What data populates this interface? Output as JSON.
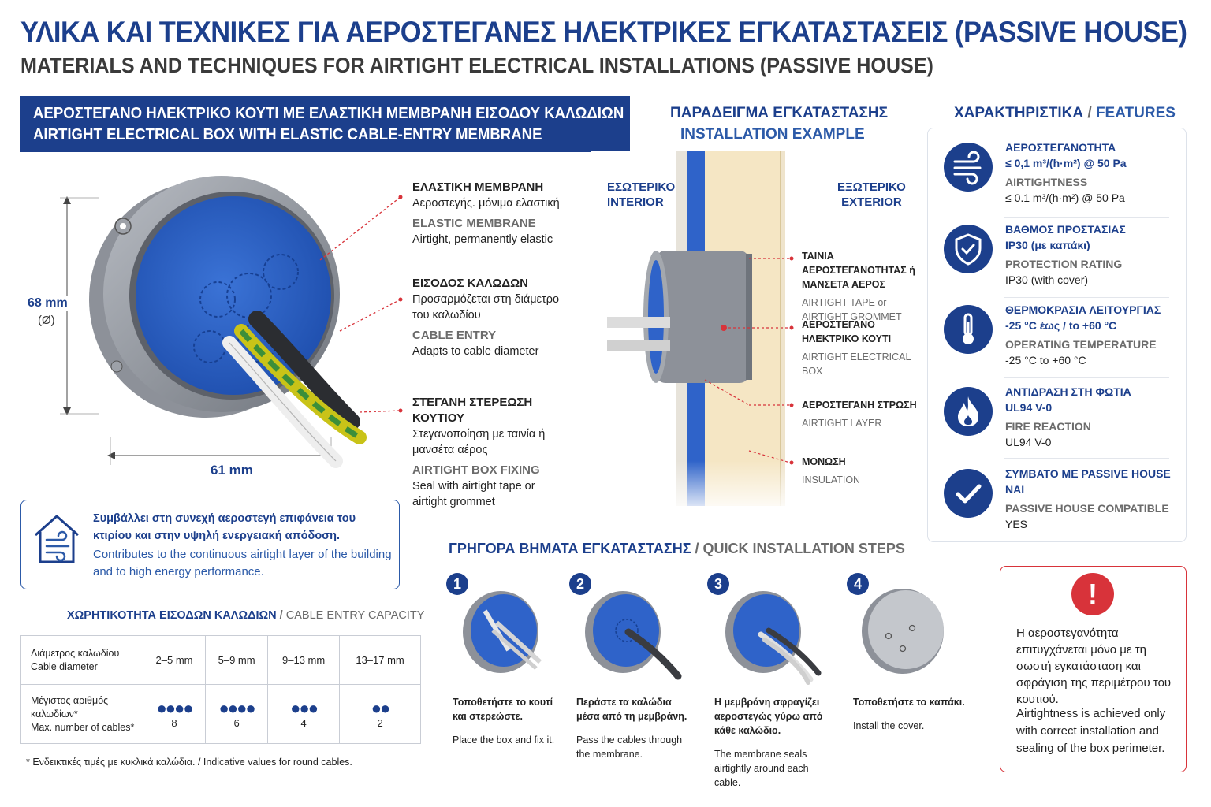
{
  "header": {
    "title": "ΥΛΙΚΑ ΚΑΙ ΤΕΧΝΙΚΕΣ ΓΙΑ ΑΕΡΟΣΤΕΓΑΝΕΣ ΗΛΕΚΤΡΙΚΕΣ ΕΓΚΑΤΑΣΤΑΣΕΙΣ (PASSIVE HOUSE)",
    "subtitle": "MATERIALS AND TECHNIQUES FOR AIRTIGHT ELECTRICAL INSTALLATIONS (PASSIVE HOUSE)"
  },
  "product": {
    "banner_gr": "ΑΕΡΟΣΤΕΓΑΝΟ ΗΛΕΚΤΡΙΚΟ ΚΟΥΤΙ ΜΕ ΕΛΑΣΤΙΚΗ ΜΕΜΒΡΑΝΗ ΕΙΣΟΔΟΥ ΚΑΛΩΔΙΩΝ",
    "banner_en": "AIRTIGHT ELECTRICAL BOX WITH ELASTIC CABLE-ENTRY MEMBRANE",
    "dim_height": "68 mm",
    "dim_height_sub": "(Ø)",
    "dim_width": "61 mm",
    "callouts": [
      {
        "title_gr": "ΕΛΑΣΤΙΚΗ ΜΕΜΒΡΑΝΗ",
        "text_gr": "Αεροστεγής. μόνιμα ελαστική",
        "title_en": "ELASTIC MEMBRANE",
        "text_en": "Airtight, permanently elastic"
      },
      {
        "title_gr": "ΕΙΣΟΔΟΣ ΚΑΛΩΔΩΝ",
        "text_gr": "Προσαρμόζεται στη διάμετρο του καλωδίου",
        "title_en": "CABLE ENTRY",
        "text_en": "Adapts to cable diameter"
      },
      {
        "title_gr": "ΣΤΕΓΑΝΗ ΣΤΕΡΕΩΣΗ ΚΟΥΤΙΟΥ",
        "text_gr": "Στεγανοποίηση με ταινία ή μανσέτα αέρος",
        "title_en": "AIRTIGHT BOX FIXING",
        "text_en": "Seal with airtight tape or airtight grommet"
      }
    ]
  },
  "info": {
    "text_gr": "Συμβάλλει στη συνεχή αεροστεγή επιφάνεια του κτιρίου και στην υψηλή ενεργειακή απόδοση.",
    "text_en": "Contributes to the continuous airtight layer of the building and to high energy performance."
  },
  "capacity": {
    "title_gr": "ΧΩΡΗΤΙΚΟΤΗΤΑ ΕΙΣΟΔΩΝ ΚΑΛΩΔΙΩΝ",
    "separator": " / ",
    "title_en": "CABLE ENTRY CAPACITY",
    "row1_gr": "Διάμετρος καλωδίου",
    "row1_en": "Cable diameter",
    "row2_gr": "Μέγιστος αριθμός καλωδίων*",
    "row2_en": "Max. number of cables*",
    "ranges": [
      "2–5 mm",
      "5–9 mm",
      "9–13 mm",
      "13–17 mm"
    ],
    "counts": [
      8,
      6,
      4,
      2
    ],
    "dots": [
      "●●●●",
      "●●●●",
      "●●●",
      "●●"
    ],
    "footnote": "* Ενδεικτικές τιμές με κυκλικά καλώδια. / Indicative values for round cables."
  },
  "installation": {
    "title_gr": "ΠΑΡΑΔΕΙΓΜΑ ΕΓΚΑΤΑΣΤΑΣΗΣ",
    "title_en": "INSTALLATION EXAMPLE",
    "interior_gr": "ΕΣΩΤΕΡΙΚΟ",
    "interior_en": "INTERIOR",
    "exterior_gr": "ΕΞΩΤΕΡΙΚΟ",
    "exterior_en": "EXTERIOR",
    "callouts": [
      {
        "gr": "ΤΑΙΝΙΑ ΑΕΡΟΣΤΕΓΑΝΟΤΗΤΑΣ ή ΜΑΝΣΕΤΑ ΑΕΡΟΣ",
        "en": "AIRTIGHT TAPE or AIRTIGHT GROMMET"
      },
      {
        "gr": "ΑΕΡΟΣΤΕΓΑΝΟ ΗΛΕΚΤΡΙΚΟ ΚΟΥΤΙ",
        "en": "AIRTIGHT ELECTRICAL BOX"
      },
      {
        "gr": "ΑΕΡΟΣΤΕΓΑΝΗ ΣΤΡΩΣΗ",
        "en": "AIRTIGHT LAYER"
      },
      {
        "gr": "ΜΟΝΩΣΗ",
        "en": "INSULATION"
      }
    ]
  },
  "features": {
    "title_gr": "ΧΑΡΑΚΤΗΡΙΣΤΙΚΑ",
    "separator": " / ",
    "title_en": "FEATURES",
    "items": [
      {
        "icon": "airflow-icon",
        "title_gr": "ΑΕΡΟΣΤΕΓΑΝΟΤΗΤΑ",
        "value_gr": "≤ 0,1 m³/(h·m²) @ 50 Pa",
        "title_en": "AIRTIGHTNESS",
        "value_en": "≤ 0.1 m³/(h·m²) @ 50 Pa"
      },
      {
        "icon": "shield-icon",
        "title_gr": "ΒΑΘΜΟΣ ΠΡΟΣΤΑΣΙΑΣ",
        "value_gr": "IP30 (με καπάκι)",
        "title_en": "PROTECTION RATING",
        "value_en": "IP30 (with cover)"
      },
      {
        "icon": "thermometer-icon",
        "title_gr": "ΘΕΡΜΟΚΡΑΣΙΑ ΛΕΙΤΟΥΡΓΙΑΣ",
        "value_gr": "-25 °C έως / to +60 °C",
        "title_en": "OPERATING TEMPERATURE",
        "value_en": "-25 °C to +60 °C"
      },
      {
        "icon": "flame-icon",
        "title_gr": "ΑΝΤΙΔΡΑΣΗ ΣΤΗ ΦΩΤΙΑ",
        "value_gr": "UL94 V-0",
        "title_en": "FIRE REACTION",
        "value_en": "UL94 V-0"
      },
      {
        "icon": "checkmark-icon",
        "title_gr": "ΣΥΜΒΑΤΟ ΜΕ PASSIVE HOUSE",
        "value_gr": "ΝΑΙ",
        "title_en": "PASSIVE HOUSE COMPATIBLE",
        "value_en": "YES"
      }
    ]
  },
  "steps": {
    "title_gr": "ΓΡΗΓΟΡΑ ΒΗΜΑΤΑ ΕΓΚΑΤΑΣΤΑΣΗΣ",
    "separator": " / ",
    "title_en": "QUICK INSTALLATION STEPS",
    "items": [
      {
        "num": "1",
        "gr": "Τοποθετήστε το κουτί και στερεώστε.",
        "en": "Place the box and fix it."
      },
      {
        "num": "2",
        "gr": "Περάστε τα καλώδια μέσα από τη μεμβράνη.",
        "en": "Pass the cables through the membrane."
      },
      {
        "num": "3",
        "gr": "Η μεμβράνη σφραγίζει αεροστεγώς γύρω από κάθε καλώδιο.",
        "en": "The membrane seals airtightly around each cable."
      },
      {
        "num": "4",
        "gr": "Τοποθετήστε το καπάκι.",
        "en": "Install the cover."
      }
    ]
  },
  "warning": {
    "icon": "!",
    "text_gr": "Η αεροστεγανότητα επιτυγχάνεται μόνο με τη σωστή εγκατάσταση και σφράγιση της περιμέτρου του κουτιού.",
    "text_en": "Airtightness is achieved only with correct installation and sealing of the box perimeter."
  },
  "colors": {
    "navy": "#1c3f8c",
    "membrane_blue": "#2f63c9",
    "warning_red": "#d8333a",
    "insulation": "#f5e6c4"
  }
}
